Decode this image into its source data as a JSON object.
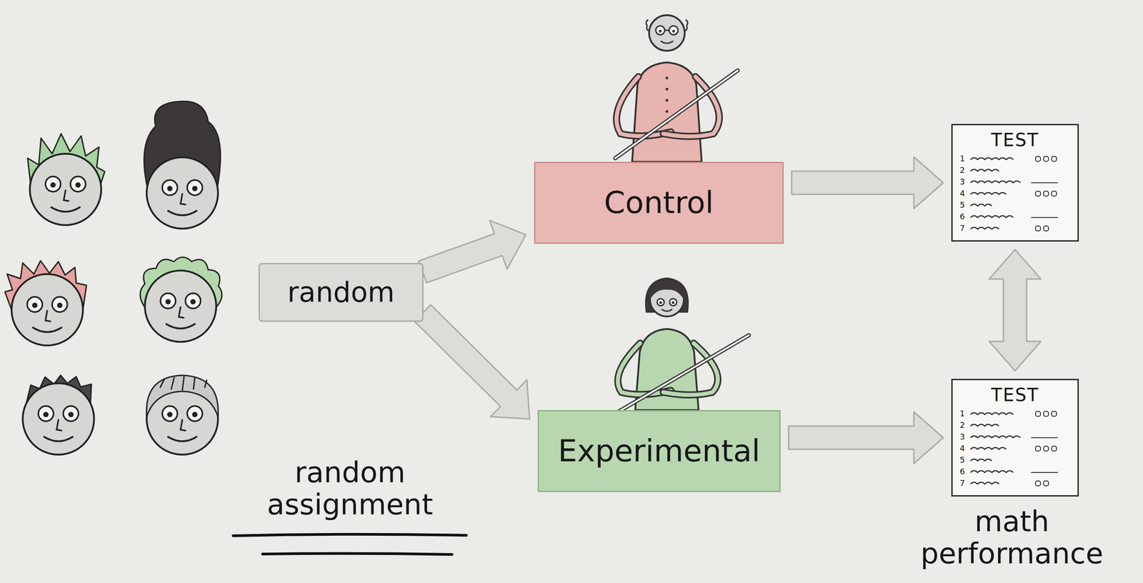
{
  "diagram": {
    "nodes": [
      {
        "text": [
          "random"
        ]
      },
      {
        "text": [
          "Control"
        ]
      },
      {
        "text": [
          "Experimental"
        ]
      },
      {
        "text": [
          "TEST",
          "1",
          "2",
          "3",
          "4",
          "5",
          "6",
          "7"
        ]
      },
      {
        "text": [
          "TEST",
          "1",
          "2",
          "3",
          "4",
          "5",
          "6",
          "7"
        ]
      }
    ],
    "edges": [
      {
        "from": 0,
        "to": 1,
        "arrow": "to"
      },
      {
        "from": 0,
        "to": 2,
        "arrow": "to"
      },
      {
        "from": 1,
        "to": 3,
        "arrow": "to"
      },
      {
        "from": 2,
        "to": 4,
        "arrow": "to"
      },
      {
        "from": 3,
        "to": 4,
        "arrow": "both"
      }
    ],
    "labels": [
      "random assignment",
      "math performance"
    ]
  }
}
